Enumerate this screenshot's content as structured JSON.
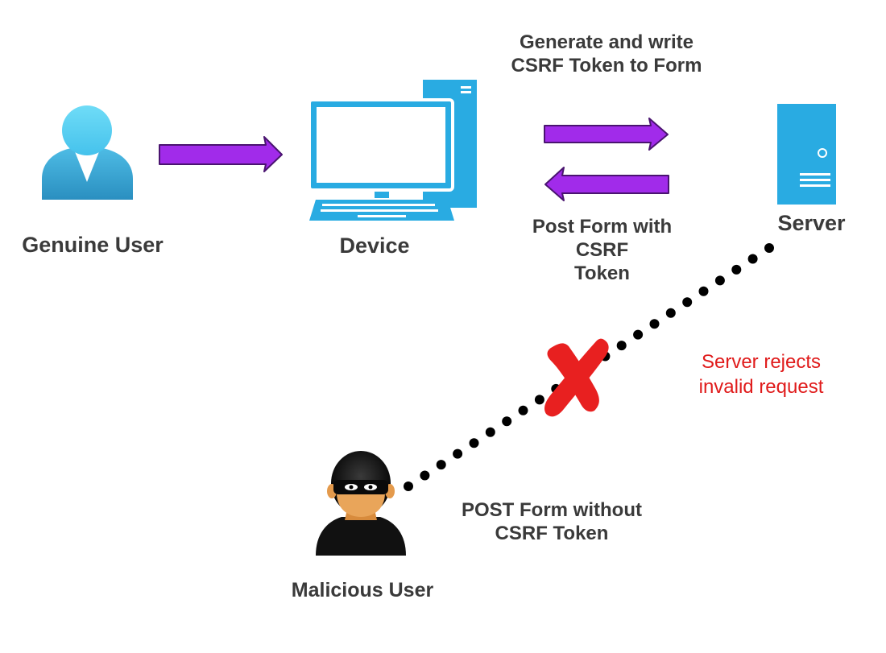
{
  "nodes": {
    "genuine_user": {
      "label": "Genuine User"
    },
    "device": {
      "label": "Device"
    },
    "server": {
      "label": "Server"
    },
    "malicious_user": {
      "label": "Malicious User"
    }
  },
  "edges": {
    "generate": {
      "lines": [
        "Generate and write",
        "CSRF Token to Form"
      ]
    },
    "post_with": {
      "lines": [
        "Post Form with",
        "CSRF",
        "Token"
      ]
    },
    "post_without": {
      "lines": [
        "POST Form without",
        "CSRF Token"
      ]
    },
    "rejection": {
      "lines": [
        "Server rejects",
        "invalid request"
      ]
    }
  },
  "colors": {
    "arrow_fill": "#a12bea",
    "arrow_stroke": "#4a1470",
    "icon_blue": "#29abe2",
    "user_head": "#5ad2f4",
    "user_body_light": "#56c5e8",
    "user_body_dark": "#2a95c4",
    "reject_text": "#e01b1b",
    "cross": "#e82020",
    "label_text": "#3a3a3a",
    "dots": "#000000"
  }
}
